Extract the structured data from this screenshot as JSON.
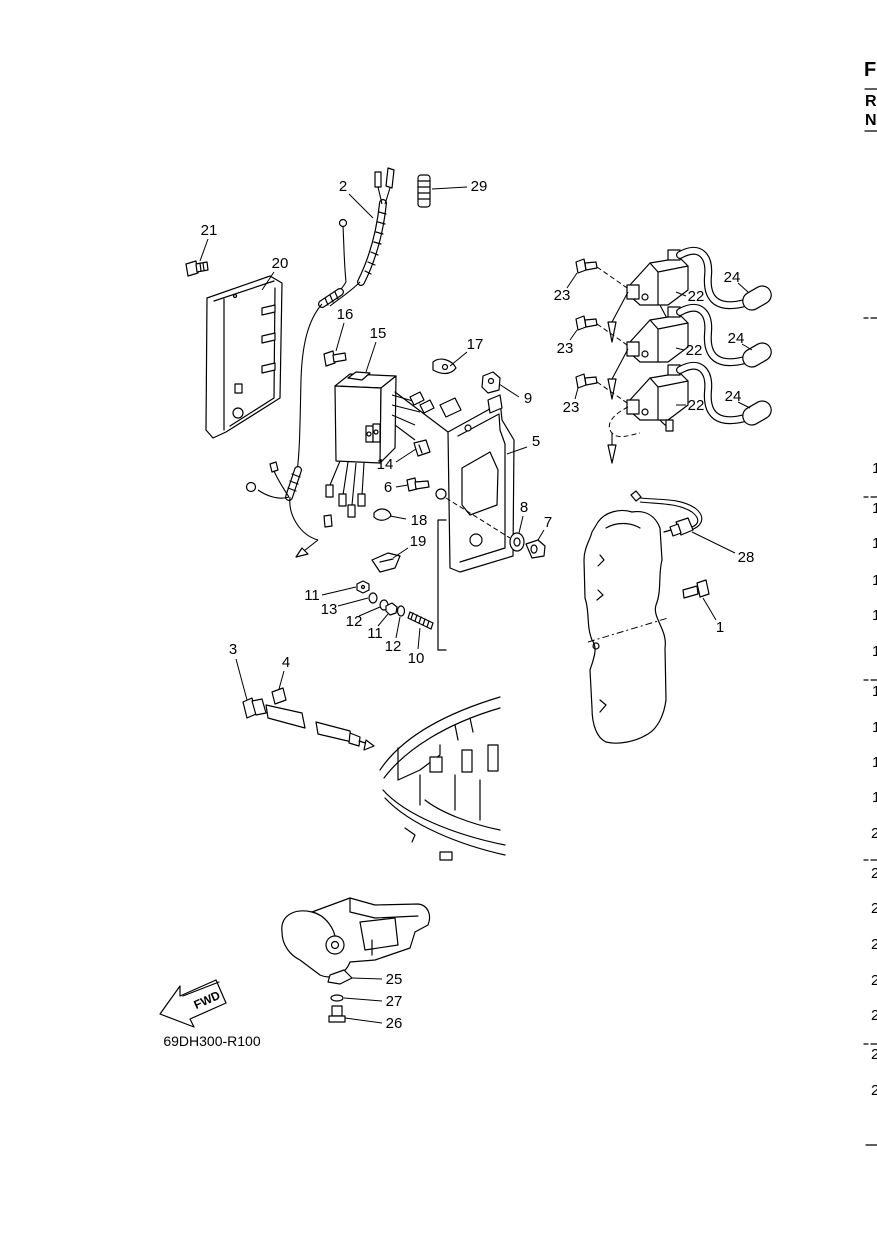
{
  "callouts": [
    "2",
    "29",
    "21",
    "20",
    "16",
    "15",
    "17",
    "9",
    "5",
    "14",
    "6",
    "18",
    "8",
    "7",
    "19",
    "11",
    "13",
    "12",
    "11",
    "12",
    "10",
    "3",
    "4",
    "23",
    "22",
    "24",
    "23",
    "22",
    "24",
    "23",
    "22",
    "24",
    "28",
    "1",
    "25",
    "27",
    "26"
  ],
  "figure_code": "69DH300-R100",
  "fwd_label": "FWD",
  "edge_header": [
    "F",
    "R",
    "N"
  ],
  "edge_numbers": [
    "1",
    "1",
    "1",
    "1",
    "1",
    "1",
    "1",
    "1",
    "1",
    "1",
    "2",
    "2",
    "2",
    "2",
    "2",
    "2",
    "2",
    "2"
  ]
}
